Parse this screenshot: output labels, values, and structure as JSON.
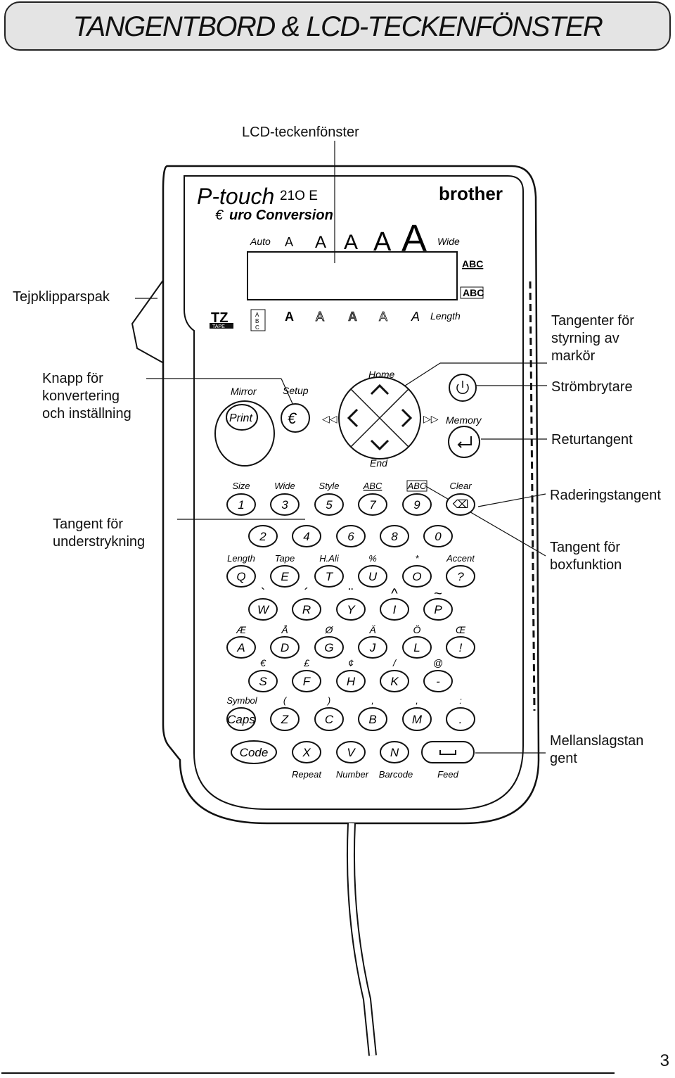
{
  "title": "TANGENTBORD & LCD-TECKENFÖNSTER",
  "page_number": "3",
  "callouts": {
    "lcd": "LCD-teckenfönster",
    "cutter": "Tejpklipparspak",
    "convert": [
      "Knapp för",
      "konvertering",
      "och inställning"
    ],
    "underline": [
      "Tangent för",
      "understrykning"
    ],
    "cursor": [
      "Tangenter för",
      "styrning av",
      "markör"
    ],
    "power": "Strömbrytare",
    "return": "Returtangent",
    "delete": "Raderingstangent",
    "box": [
      "Tangent för",
      "boxfunktion"
    ],
    "space": [
      "Mellanslagstan",
      "gent"
    ]
  },
  "device": {
    "brand_script": "P-touch",
    "model": "21O E",
    "subtitle": "uro Conversion",
    "brother": "brother",
    "lcd_top": {
      "auto": "Auto",
      "a": "A",
      "wide": "Wide"
    },
    "lcd_right": [
      "ABC",
      "ABC"
    ],
    "lcd_bottom": {
      "tz": "TZ",
      "tape": "TAPE",
      "abc_vert": [
        "A",
        "B",
        "C"
      ],
      "a": "A",
      "length": "Length"
    },
    "mirror": "Mirror",
    "print": "Print",
    "setup": "Setup",
    "home": "Home",
    "end": "End",
    "memory": "Memory",
    "nav_left": "◁◁",
    "nav_right": "▷▷",
    "row1_labels": [
      "Size",
      "Wide",
      "Style",
      "ABC",
      "ABC",
      "Clear"
    ],
    "row1_keys": [
      "1",
      "3",
      "5",
      "7",
      "9"
    ],
    "row2_keys": [
      "2",
      "4",
      "6",
      "8",
      "0"
    ],
    "row3_labels": [
      "Length",
      "Tape",
      "H.Ali",
      "%",
      "*",
      "Accent"
    ],
    "row3_keys": [
      "Q",
      "E",
      "T",
      "U",
      "O",
      "?"
    ],
    "row4_accents": [
      "`",
      "´",
      "¨",
      "^",
      "~"
    ],
    "row4_keys": [
      "W",
      "R",
      "Y",
      "I",
      "P"
    ],
    "row5_labels": [
      "Æ",
      "Å",
      "Ø",
      "Ä",
      "Ö",
      "Œ"
    ],
    "row5_keys": [
      "A",
      "D",
      "G",
      "J",
      "L",
      "!"
    ],
    "row6_labels": [
      "€",
      "£",
      "¢",
      "/",
      "@"
    ],
    "row6_keys": [
      "S",
      "F",
      "H",
      "K",
      "-"
    ],
    "row7_labels": [
      "Symbol",
      "(",
      ")",
      ",",
      ",",
      ":"
    ],
    "row7_keys": [
      "Caps",
      "Z",
      "C",
      "B",
      "M",
      "."
    ],
    "row8_keys": [
      "Code",
      "X",
      "V",
      "N"
    ],
    "row8_labels": [
      "Repeat",
      "Number",
      "Barcode",
      "Feed"
    ]
  }
}
